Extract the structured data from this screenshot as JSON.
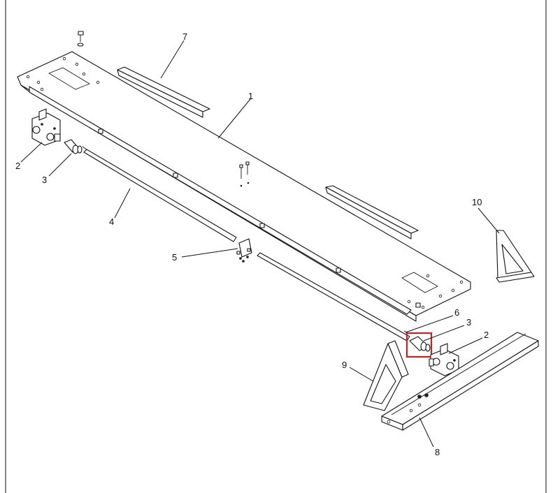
{
  "diagram": {
    "callouts": [
      {
        "id": "label-1",
        "text": "1"
      },
      {
        "id": "label-2-left",
        "text": "2"
      },
      {
        "id": "label-3-left",
        "text": "3"
      },
      {
        "id": "label-4",
        "text": "4"
      },
      {
        "id": "label-5",
        "text": "5"
      },
      {
        "id": "label-6",
        "text": "6"
      },
      {
        "id": "label-3-right",
        "text": "3"
      },
      {
        "id": "label-2-right",
        "text": "2"
      },
      {
        "id": "label-7",
        "text": "7"
      },
      {
        "id": "label-8",
        "text": "8"
      },
      {
        "id": "label-9",
        "text": "9"
      },
      {
        "id": "label-10",
        "text": "10"
      }
    ],
    "highlight_color": "#d0201c"
  }
}
